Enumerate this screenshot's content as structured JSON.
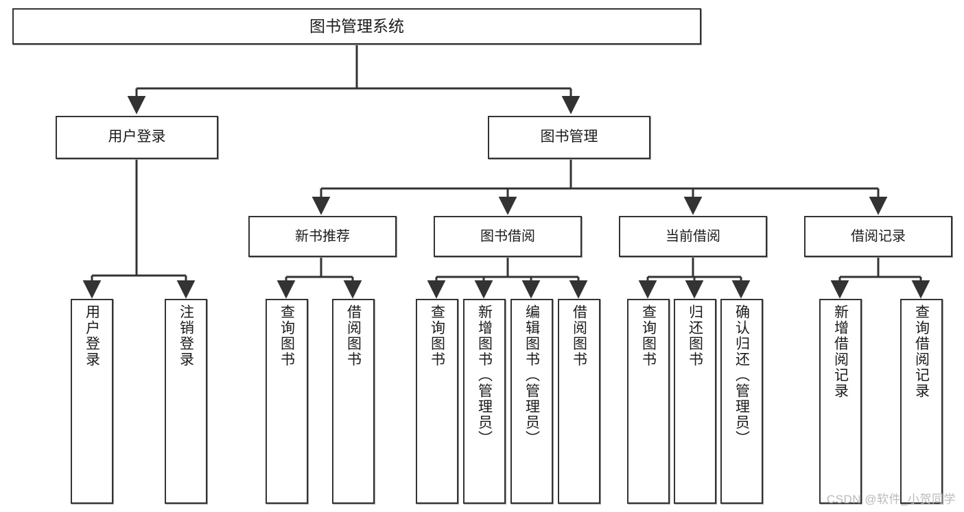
{
  "diagram": {
    "title": "图书管理系统",
    "type": "tree",
    "watermark": "CSDN @软件_小贺同学",
    "colors": {
      "box_border": "#333333",
      "box_fill": "#ffffff",
      "connector": "#333333",
      "text": "#1b1b1b",
      "watermark": "#b9b9b9"
    },
    "root": {
      "label": "图书管理系统"
    },
    "level1": [
      {
        "label": "用户登录"
      },
      {
        "label": "图书管理"
      }
    ],
    "level2": [
      {
        "label": "新书推荐"
      },
      {
        "label": "图书借阅"
      },
      {
        "label": "当前借阅"
      },
      {
        "label": "借阅记录"
      }
    ],
    "leaves": {
      "user_login": [
        {
          "label": "用户登录"
        },
        {
          "label": "注销登录"
        }
      ],
      "new_book_recommend": [
        {
          "label": "查询图书"
        },
        {
          "label": "借阅图书"
        }
      ],
      "book_borrow": [
        {
          "label": "查询图书"
        },
        {
          "label": "新增图书（管理员）"
        },
        {
          "label": "编辑图书（管理员）"
        },
        {
          "label": "借阅图书"
        }
      ],
      "current_borrow": [
        {
          "label": "查询图书"
        },
        {
          "label": "归还图书"
        },
        {
          "label": "确认归还（管理员）"
        }
      ],
      "borrow_record": [
        {
          "label": "新增借阅记录"
        },
        {
          "label": "查询借阅记录"
        }
      ]
    }
  }
}
